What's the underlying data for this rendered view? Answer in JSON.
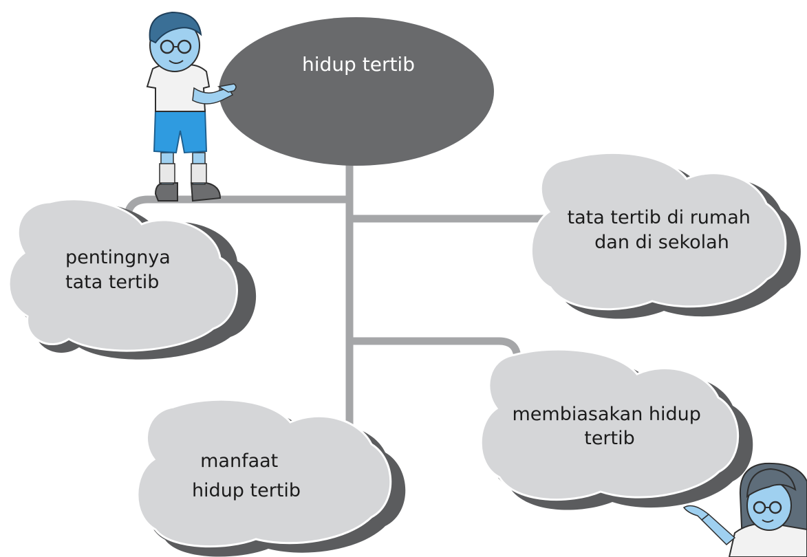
{
  "center": {
    "label": "hidup tertib"
  },
  "nodes": [
    {
      "id": "pentingnya",
      "lines": [
        "pentingnya",
        "tata tertib"
      ]
    },
    {
      "id": "tata-tertib",
      "lines": [
        "tata tertib di rumah",
        "dan di sekolah"
      ]
    },
    {
      "id": "membiasakan",
      "lines": [
        "membiasakan hidup",
        "tertib"
      ]
    },
    {
      "id": "manfaat",
      "lines": [
        "manfaat",
        "hidup tertib"
      ]
    }
  ],
  "colors": {
    "center_fill": "#696a6c",
    "bubble_fill": "#d5d6d8",
    "bubble_shadow": "#5b5c5e",
    "connector": "#a5a6a8",
    "text": "#1b1b1b"
  },
  "illustrations": [
    "boy-pointing",
    "girl-pointing"
  ]
}
